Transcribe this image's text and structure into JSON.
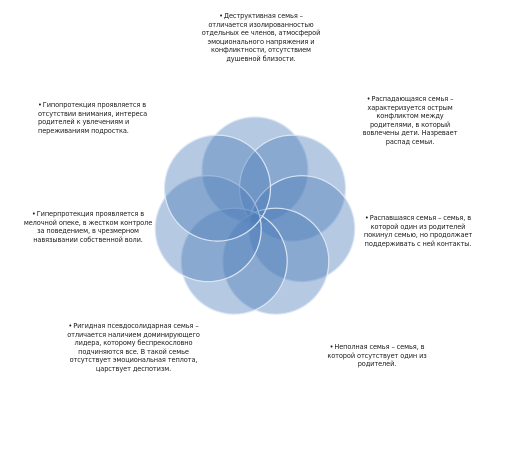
{
  "diagram": {
    "colors": {
      "petal_fill": "#4e7fb9",
      "petal_stroke": "#dbe6f4",
      "text": "#1a1a1a"
    },
    "bullet": "•",
    "petal_count": 7,
    "labels": [
      {
        "id": "destructive",
        "text": "Деструктивная семья – отличается изолированностью отдельных ее членов, атмосферой эмоционального напряжения и конфликтности, отсутствием душевной близости."
      },
      {
        "id": "disintegrating",
        "text": "Распадающаяся семья – характеризуется острым конфликтом между родителями, в который вовлечены дети. Назревает распад семьи."
      },
      {
        "id": "broken",
        "text": "Распавшаяся семья – семья, в которой один из родителей покинул семью, но продолжает поддерживать с ней контакты."
      },
      {
        "id": "incomplete",
        "text": "Неполная семья – семья, в которой отсутствует один из родителей."
      },
      {
        "id": "rigid",
        "text": "Ригидная псевдосолидарная семья – отличается наличием доминирующего лидера, которому беспрекословно подчиняются все. В такой семье отсутствует эмоциональная теплота, царствует деспотизм."
      },
      {
        "id": "hyperprotection",
        "text": "Гиперпротекция проявляется в мелочной опеке, в жестком контроле за поведением, в чрезмерном навязывании собственной воли."
      },
      {
        "id": "hypoprotection",
        "text": "Гипопротекция проявляется в отсутствии внимания, интереса родителей к увлечениям и переживаниям подростка."
      }
    ]
  }
}
